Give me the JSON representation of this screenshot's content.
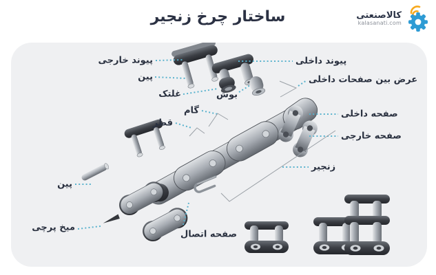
{
  "page": {
    "title": "ساختار چرخ زنجیر"
  },
  "logo": {
    "brand": "کالاصنعتی",
    "domain": "kalasanati.com",
    "icons": [
      "gear-icon",
      "signal-waves-icon"
    ],
    "colors": {
      "gear_blue": "#2e9bd4",
      "waves_orange": "#f7a91d"
    }
  },
  "diagram": {
    "labels": {
      "outer_link": "پیوند خارجی",
      "pin_top": "پین",
      "roller": "غلتک",
      "bush": "بوش",
      "inner_link": "پیوند داخلی",
      "inner_plate_width": "عرض بین صفحات داخلی",
      "inner_plate": "صفحه داخلی",
      "outer_plate": "صفحه خارجی",
      "chain": "زنجیر",
      "pitch": "گام",
      "diameter": "قطر",
      "pin_bottom": "پین",
      "rivet": "میخ پرچی",
      "connecting_plate": "صفحه اتصال"
    },
    "colors": {
      "card_background": "#eff0f2",
      "label_text": "#2a3140",
      "leader_dotted": "#58b2cd",
      "leader_solid": "#9aa0a6",
      "metal_dark": "#3b3e44",
      "metal_light": "#a6abb2"
    }
  }
}
